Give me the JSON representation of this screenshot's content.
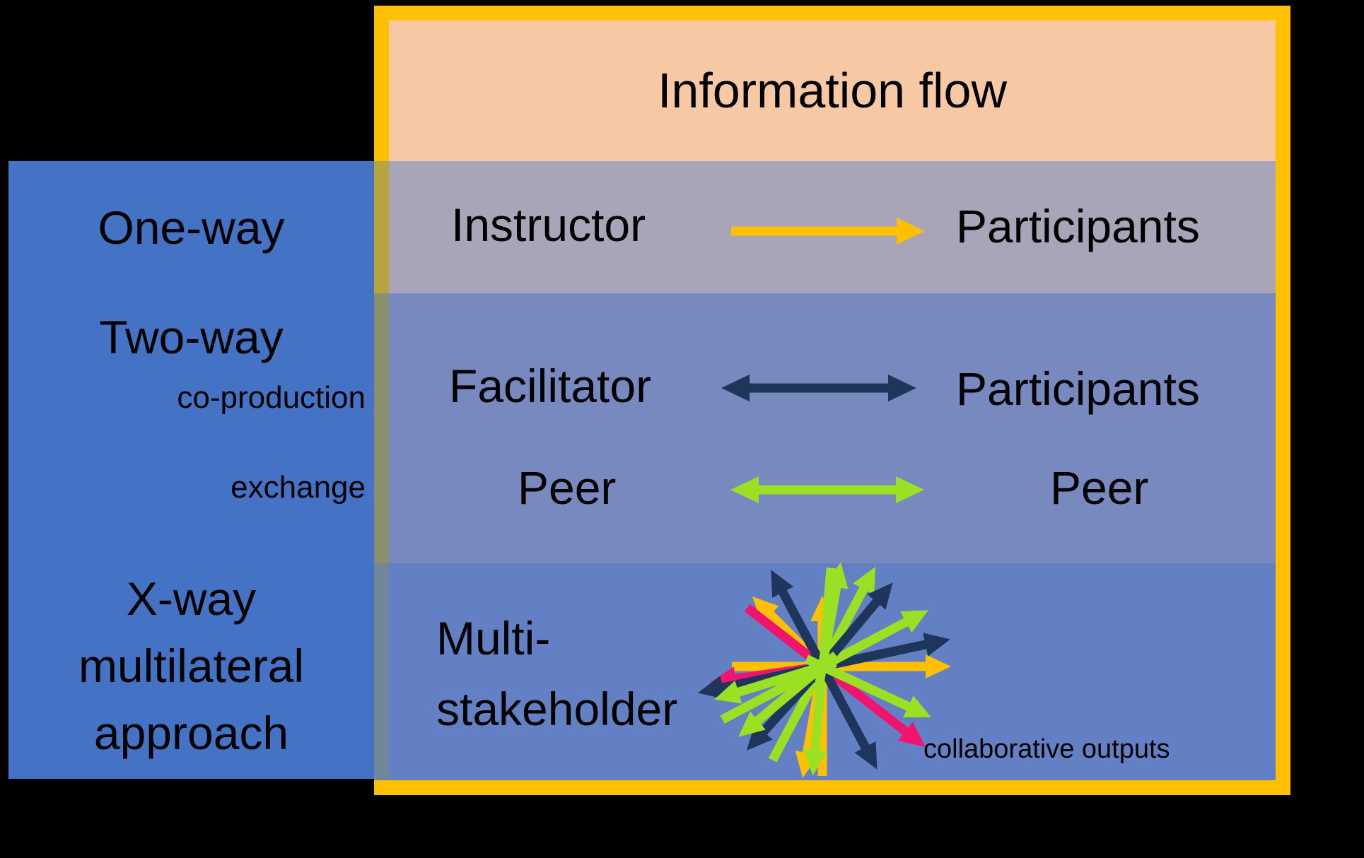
{
  "colors": {
    "background": "#000000",
    "text": "#000000",
    "panel_blue": "#4472C4",
    "frame_gold": "#FFC000",
    "header_peach": "#F6C9A4",
    "row_one_way_bg": "#A8A5B8",
    "row_two_way_bg": "#7789BE",
    "row_x_way_bg": "#6380C4",
    "border_overlap_one_way": "#B7A43E",
    "border_overlap_two_way": "#8A8F6D",
    "border_overlap_x_way": "#718798",
    "arrow_gold": "#FFC000",
    "arrow_navy": "#1F365C",
    "arrow_green": "#9BE022",
    "arrow_pink": "#F0146E"
  },
  "left_panel": {
    "one_way": "One-way",
    "two_way": "Two-way",
    "two_way_sub_1": "co-production",
    "two_way_sub_2": "exchange",
    "x_way_line1": "X-way",
    "x_way_line2": "multilateral",
    "x_way_line3": "approach"
  },
  "flow_box": {
    "header": "Information flow",
    "row_one_way": {
      "from": "Instructor",
      "to": "Participants"
    },
    "row_two_way": {
      "from": "Facilitator",
      "to": "Participants",
      "peer_from": "Peer",
      "peer_to": "Peer"
    },
    "row_x_way": {
      "label_line1": "Multi-",
      "label_line2": "stakeholder",
      "annotation": "collaborative outputs"
    }
  },
  "star_icon": {
    "description": "multi-directional collaboration arrows",
    "arrow_colors": [
      "gold",
      "navy",
      "green",
      "pink"
    ]
  }
}
